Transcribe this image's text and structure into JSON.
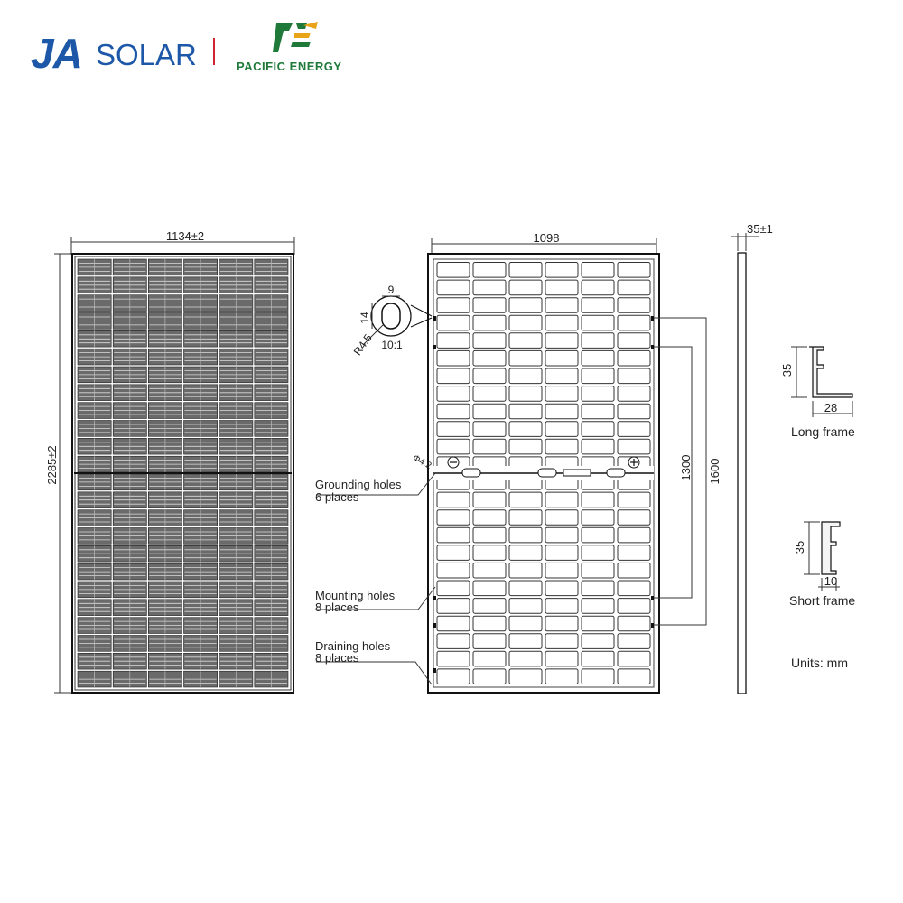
{
  "header": {
    "brand_ja": "JA",
    "brand_solar": "SOLAR",
    "partner": "PACIFIC ENERGY",
    "colors": {
      "ja_blue": "#1d57a8",
      "separator_red": "#d0262e",
      "pe_green": "#1f7a3a",
      "pe_yellow": "#e8a317"
    }
  },
  "front_view": {
    "width_label": "1134±2",
    "height_label": "2285±2",
    "cell_columns": 6,
    "cell_rows": 24
  },
  "rear_view": {
    "width_label": "1098",
    "cell_columns": 6,
    "cell_rows": 24,
    "hole_detail": {
      "dim_9": "9",
      "dim_14": "14",
      "radius": "R4.5",
      "scale": "10:1"
    },
    "dia_label": "Φ4.2",
    "junction": {
      "minus": "⊖",
      "plus": "⊕"
    },
    "dim_1300": "1300",
    "dim_1600": "1600",
    "callouts": {
      "grounding_1": "Grounding holes",
      "grounding_2": "6 places",
      "mounting_1": "Mounting holes",
      "mounting_2": "8 places",
      "draining_1": "Draining holes",
      "draining_2": "8 places"
    }
  },
  "side_view": {
    "thickness_label": "35±1"
  },
  "long_frame": {
    "height": "35",
    "width": "28",
    "caption": "Long frame"
  },
  "short_frame": {
    "height": "35",
    "width": "10",
    "caption": "Short frame"
  },
  "units": "Units: mm"
}
